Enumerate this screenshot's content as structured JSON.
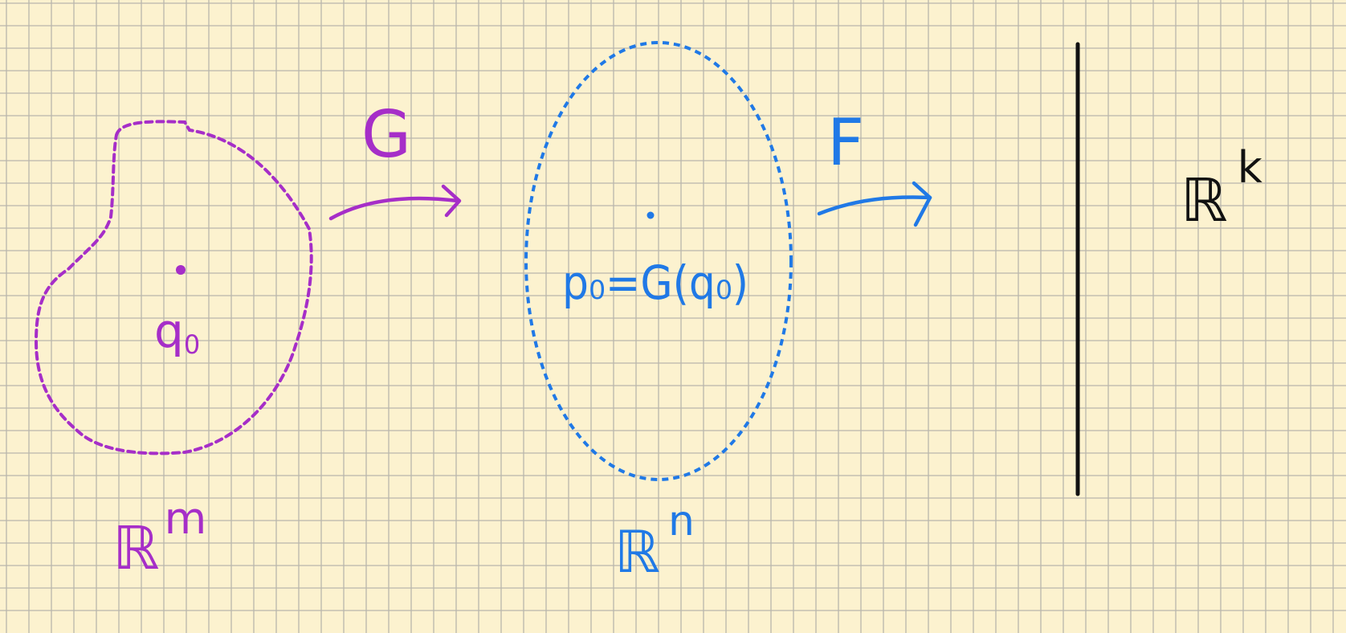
{
  "colors": {
    "paper": "#fcf2cf",
    "grid": "#9e9e9e",
    "domain_m": "#a62ec8",
    "domain_n": "#2079e6",
    "target": "#111111"
  },
  "domain_m": {
    "point_label_main": "q",
    "point_label_sub": "0",
    "space_main": "ℝ",
    "space_sup": "m"
  },
  "map_g": {
    "label": "G"
  },
  "domain_n": {
    "equation": "p₀=G(q₀)",
    "space_main": "ℝ",
    "space_sup": "n"
  },
  "map_f": {
    "label": "F"
  },
  "target": {
    "space_main": "ℝ",
    "space_sup": "k"
  }
}
